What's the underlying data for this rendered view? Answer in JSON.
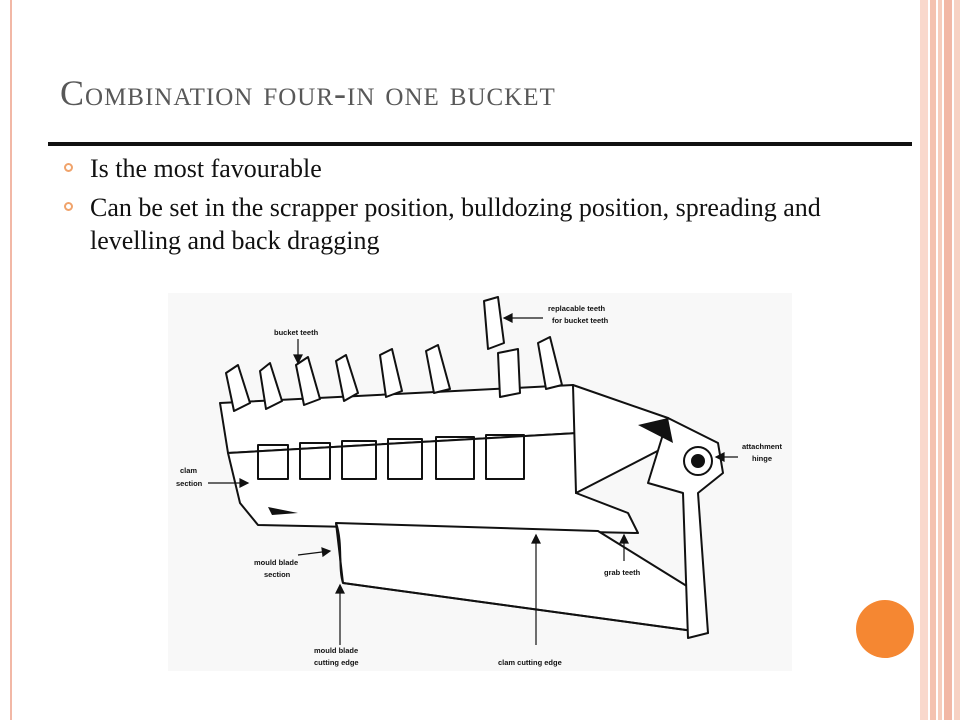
{
  "slide": {
    "title": "Combination four-in one bucket",
    "bullets": [
      {
        "text": "Is the most favourable"
      },
      {
        "text": "Can be set in the scrapper position, bulldozing position, spreading and levelling and back dragging"
      }
    ]
  },
  "figure": {
    "labels": {
      "replacable_teeth_1": "replacable teeth",
      "replacable_teeth_2": "for bucket teeth",
      "bucket_teeth": "bucket teeth",
      "attachment_1": "attachment",
      "attachment_2": "hinge",
      "clam_1": "clam",
      "clam_2": "section",
      "mould_section_1": "mould blade",
      "mould_section_2": "section",
      "grab_teeth": "grab teeth",
      "mould_edge_1": "mould blade",
      "mould_edge_2": "cutting edge",
      "clam_edge": "clam cutting edge"
    }
  },
  "colors": {
    "accent_orange": "#f58732",
    "stripe_peach": "#f4c2b0",
    "rule": "#111111",
    "title": "#585858"
  }
}
